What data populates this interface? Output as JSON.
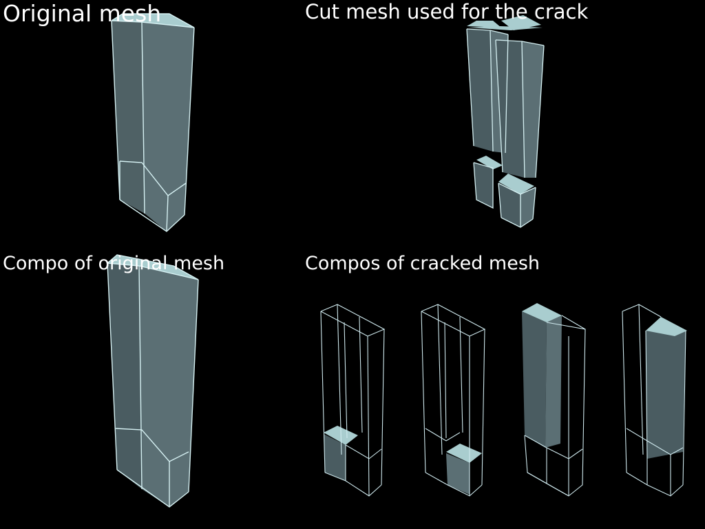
{
  "views": {
    "original": {
      "title": "Original mesh"
    },
    "cut": {
      "title": "Cut mesh used for the crack"
    },
    "compo_original": {
      "title": "Compo of original mesh"
    },
    "compos_cracked": {
      "title": "Compos of cracked mesh"
    }
  },
  "colors": {
    "background": "#000000",
    "face_side": "#4a5c61",
    "face_side_light": "#5b6f74",
    "face_top": "#a9cdcf",
    "edge": "#d6f1f3",
    "wire": "#cfe9ee"
  }
}
